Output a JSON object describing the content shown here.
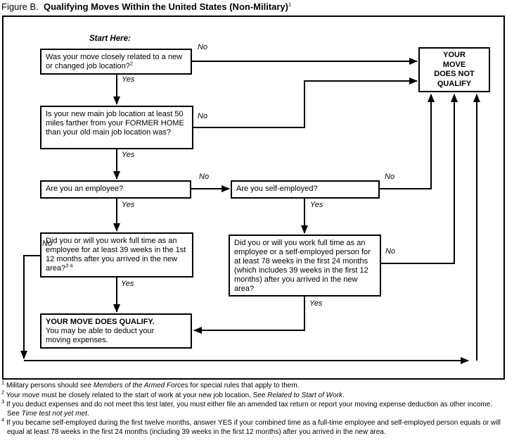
{
  "title": {
    "prefix": "Figure B.",
    "main": "Qualifying Moves Within the United States (Non-Military)",
    "sup": "1"
  },
  "flowchart": {
    "start_label": "Start Here:",
    "yes_label": "Yes",
    "no_label": "No",
    "boxes": {
      "related_job": {
        "text": "Was your move closely related to a new or changed job location?",
        "sup": "2"
      },
      "fifty_miles": {
        "text": "Is your new main job location at least 50 miles farther from your FORMER HOME than your old main job location was?"
      },
      "employee": {
        "text": "Are you an employee?"
      },
      "self_employed": {
        "text": "Are you self-employed?"
      },
      "weeks_39": {
        "text": "Did you or will you work full time as an employee for at least 39 weeks in the 1st 12 months after you arrived in the new area?",
        "sup": "3 4"
      },
      "weeks_78": {
        "text": "Did you or will you work full time as an employee or a self-employed person for at least 78 weeks in the first 24 months (which includes 39 weeks in the first 12 months) after you arrived in the new area?"
      },
      "qualify": {
        "title": "YOUR MOVE DOES QUALIFY.",
        "lines": [
          "You may be able to deduct your",
          "moving expenses."
        ]
      },
      "not_qualify": {
        "lines": [
          "YOUR",
          "MOVE",
          "DOES NOT",
          "QUALIFY"
        ]
      }
    }
  },
  "footnotes": [
    {
      "marker": "1",
      "pre": "Military persons should see ",
      "italic": "Members of the Armed Forces",
      "post": " for special rules that apply to them."
    },
    {
      "marker": "2",
      "pre": "Your move must be closely related to the start of work at your new job location. See ",
      "italic": "Related to Start of Work",
      "post": "."
    },
    {
      "marker": "3",
      "pre": "If you deduct expenses and do not meet this test later, you must either file an amended tax return or report your moving expense deduction as other income. See ",
      "italic": "Time test not yet met",
      "post": "."
    },
    {
      "marker": "4",
      "pre": "If you became self-employed during the first twelve months, answer YES if your combined time as a full-time employee and self-employed person equals or will equal at least 78 weeks in the first 24 months (including 39 weeks in the first 12 months) after you arrived in the new area.",
      "italic": "",
      "post": ""
    }
  ],
  "colors": {
    "ink": "#000000",
    "paper": "#ffffff"
  }
}
